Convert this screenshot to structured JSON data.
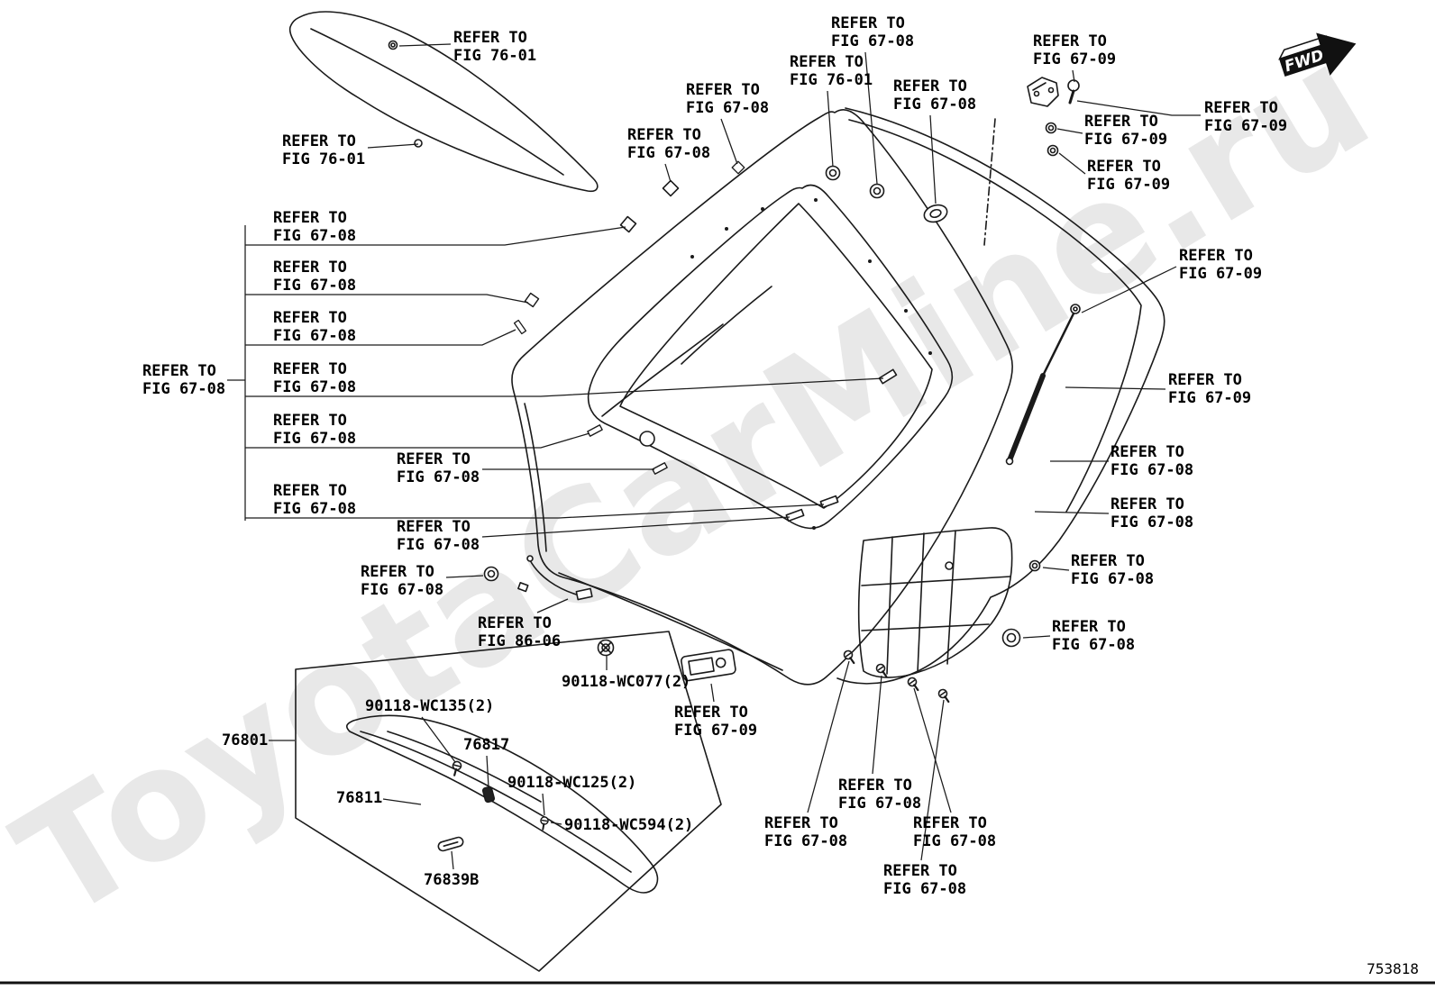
{
  "page": {
    "number": "753818",
    "fwd_label": "FWD",
    "watermark": "ToyotaCarMine.ru"
  },
  "labels": [
    {
      "text": "REFER TO\nFIG 76-01"
    },
    {
      "text": "REFER TO\nFIG 67-08"
    },
    {
      "text": "REFER TO\nFIG 76-01"
    },
    {
      "text": "REFER TO\nFIG 67-09"
    },
    {
      "text": "REFER TO\nFIG 67-08"
    },
    {
      "text": "REFER TO\nFIG 67-08"
    },
    {
      "text": "REFER TO\nFIG 67-09"
    },
    {
      "text": "REFER TO\nFIG 67-09"
    },
    {
      "text": "REFER TO\nFIG 67-08"
    },
    {
      "text": "REFER TO\nFIG 67-09"
    },
    {
      "text": "REFER TO\nFIG 76-01"
    },
    {
      "text": "REFER TO\nFIG 67-08"
    },
    {
      "text": "REFER TO\nFIG 67-08"
    },
    {
      "text": "REFER TO\nFIG 67-08"
    },
    {
      "text": "REFER TO\nFIG 67-08"
    },
    {
      "text": "REFER TO\nFIG 67-08"
    },
    {
      "text": "REFER TO\nFIG 67-08"
    },
    {
      "text": "REFER TO\nFIG 67-08"
    },
    {
      "text": "REFER TO\nFIG 67-08"
    },
    {
      "text": "REFER TO\nFIG 67-08"
    },
    {
      "text": "REFER TO\nFIG 67-08"
    },
    {
      "text": "REFER TO\nFIG 86-06"
    },
    {
      "text": "90118-WC077(2)"
    },
    {
      "text": "REFER TO\nFIG 67-09"
    },
    {
      "text": "REFER TO\nFIG 67-09"
    },
    {
      "text": "REFER TO\nFIG 67-09"
    },
    {
      "text": "REFER TO\nFIG 67-08"
    },
    {
      "text": "REFER TO\nFIG 67-08"
    },
    {
      "text": "REFER TO\nFIG 67-08"
    },
    {
      "text": "REFER TO\nFIG 67-08"
    },
    {
      "text": "REFER TO\nFIG 67-08"
    },
    {
      "text": "REFER TO\nFIG 67-08"
    },
    {
      "text": "REFER TO\nFIG 67-08"
    },
    {
      "text": "REFER TO\nFIG 67-08"
    },
    {
      "text": "90118-WC135(2)"
    },
    {
      "text": "76801"
    },
    {
      "text": "76817"
    },
    {
      "text": "90118-WC125(2)"
    },
    {
      "text": "76811"
    },
    {
      "text": "90118-WC594(2)"
    },
    {
      "text": "76839B"
    }
  ]
}
